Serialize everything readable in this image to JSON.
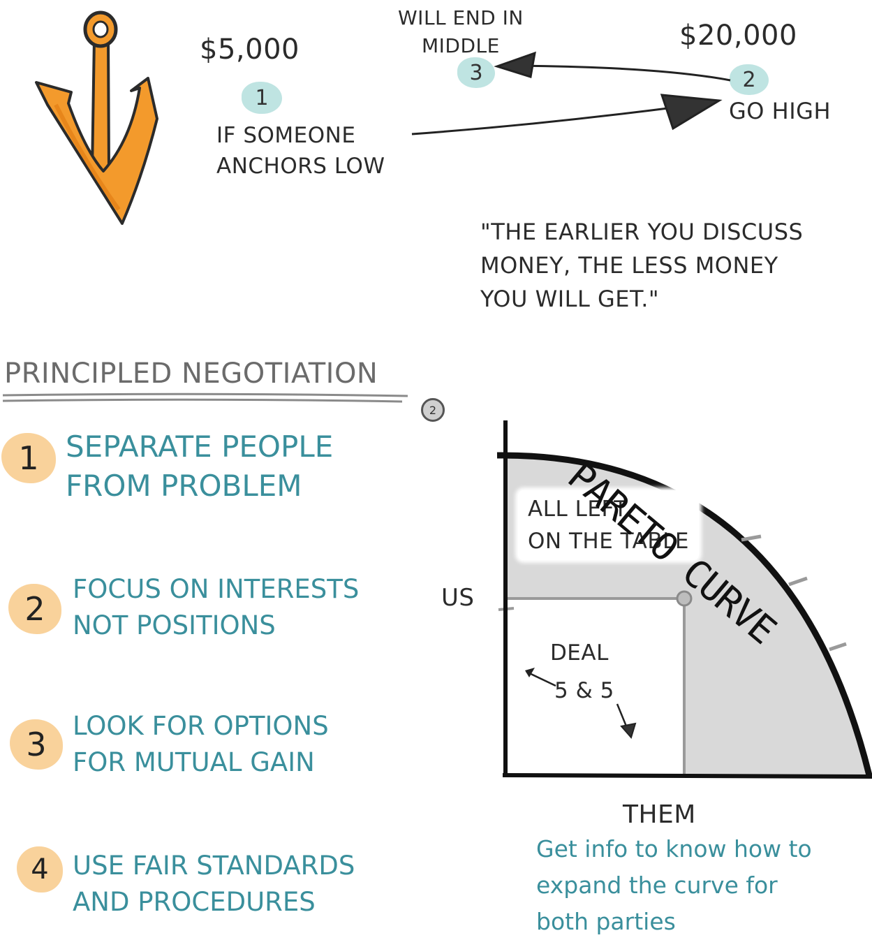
{
  "anchor": {
    "low_price": "$5,000",
    "high_price": "$20,000",
    "step1_badge": "1",
    "step1_lines": [
      "IF SOMEONE",
      "ANCHORS LOW"
    ],
    "step2_badge": "2",
    "step2_label": "GO HIGH",
    "step3_badge": "3",
    "step3_lines": [
      "WILL END IN",
      "MIDDLE"
    ],
    "icon": "anchor-icon",
    "icon_color": "#f39a2c"
  },
  "quote": {
    "lines": [
      "\"THE EARLIER YOU DISCUSS",
      "MONEY, THE LESS MONEY",
      "YOU WILL GET.\""
    ]
  },
  "principled": {
    "title": "PRINCIPLED NEGOTIATION",
    "marker": "2",
    "items": [
      {
        "number": "1",
        "lines": [
          "SEPARATE PEOPLE",
          "FROM PROBLEM"
        ]
      },
      {
        "number": "2",
        "lines": [
          "FOCUS ON INTERESTS",
          "NOT POSITIONS"
        ]
      },
      {
        "number": "3",
        "lines": [
          "LOOK FOR OPTIONS",
          "FOR MUTUAL GAIN"
        ]
      },
      {
        "number": "4",
        "lines": [
          "USE FAIR STANDARDS",
          "AND PROCEDURES"
        ]
      }
    ]
  },
  "pareto": {
    "title": "PARETO CURVE",
    "y_axis_label": "US",
    "x_axis_label": "THEM",
    "left_on_table_lines": [
      "ALL LEFT",
      "ON THE TABLE"
    ],
    "deal_lines": [
      "DEAL",
      "5 & 5"
    ],
    "note_lines": [
      "Get info to know how to",
      "expand the curve for",
      "both parties"
    ]
  },
  "colors": {
    "teal_text": "#3a8f9c",
    "teal_badge": "#bfe4e2",
    "orange_badge": "#f9d29b",
    "anchor_orange": "#f39a2c",
    "gray_area": "#d9d9d9"
  }
}
